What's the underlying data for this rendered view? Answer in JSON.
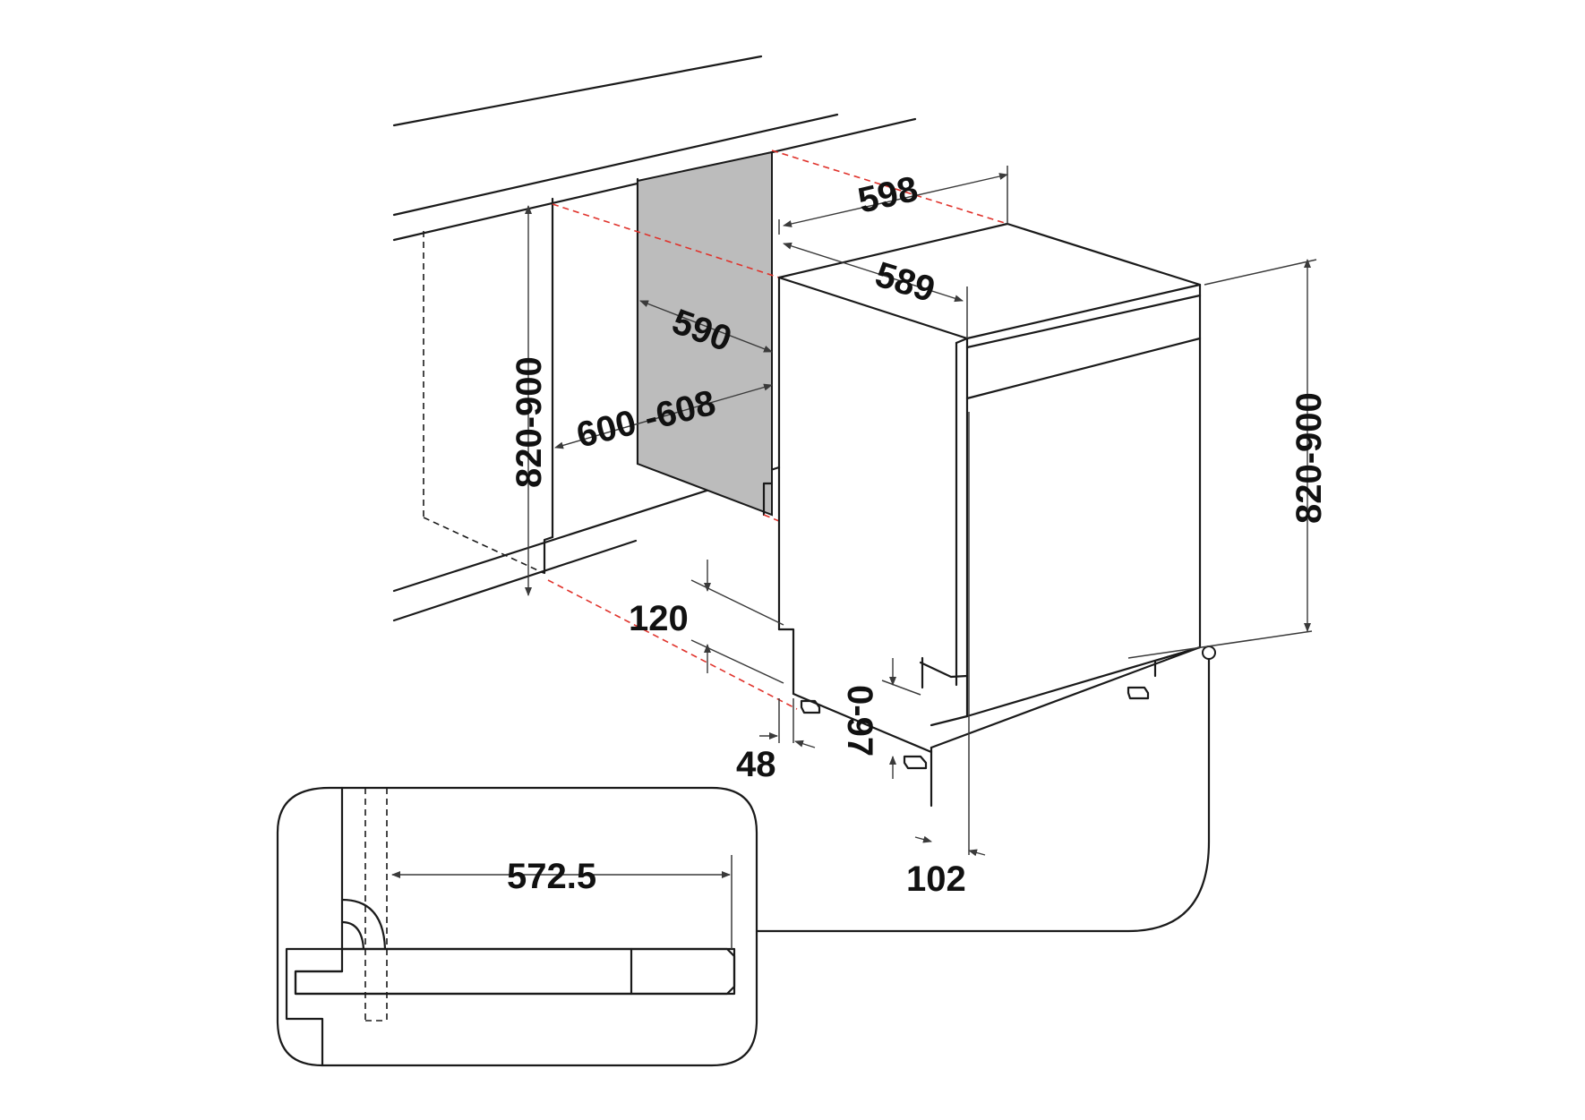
{
  "dimensions": {
    "cabinet_top_depth": "598",
    "appliance_depth": "589",
    "niche_depth": "590",
    "niche_width": "600 -608",
    "niche_height": "820-900",
    "appliance_height": "820-900",
    "plinth_height": "120",
    "plinth_setback": "48",
    "foot_adjust": "0-97",
    "door_offset": "102",
    "detail_width": "572.5"
  },
  "colors": {
    "line": "#1a1a1a",
    "reference_dash": "#e0332c",
    "side_panel": "#bcbcbc",
    "background": "#ffffff"
  }
}
